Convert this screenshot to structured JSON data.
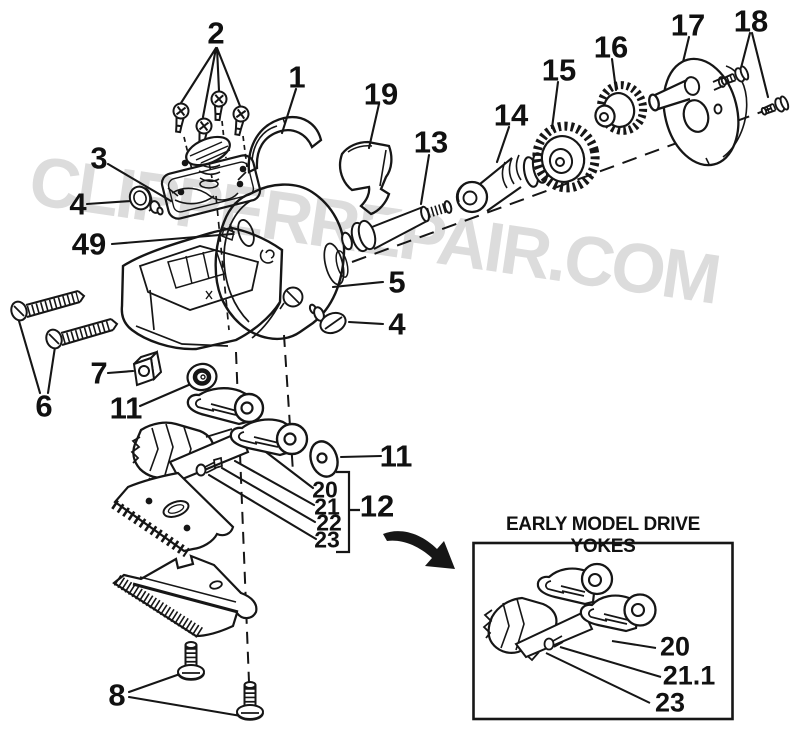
{
  "watermark": {
    "text": "CLIPPERREPAIR.COM",
    "color": "#dcdcdc"
  },
  "callouts": {
    "c1": "1",
    "c2": "2",
    "c3": "3",
    "c4a": "4",
    "c4b": "4",
    "c5": "5",
    "c6": "6",
    "c7": "7",
    "c8": "8",
    "c11a": "11",
    "c11b": "11",
    "c12": "12",
    "c13": "13",
    "c14": "14",
    "c15": "15",
    "c16": "16",
    "c17": "17",
    "c18": "18",
    "c19": "19",
    "c20": "20",
    "c21": "21",
    "c22": "22",
    "c23": "23",
    "c49": "49"
  },
  "inset": {
    "title": "EARLY MODEL DRIVE YOKES",
    "callouts": {
      "c20": "20",
      "c21_1": "21.1",
      "c23": "23"
    }
  }
}
